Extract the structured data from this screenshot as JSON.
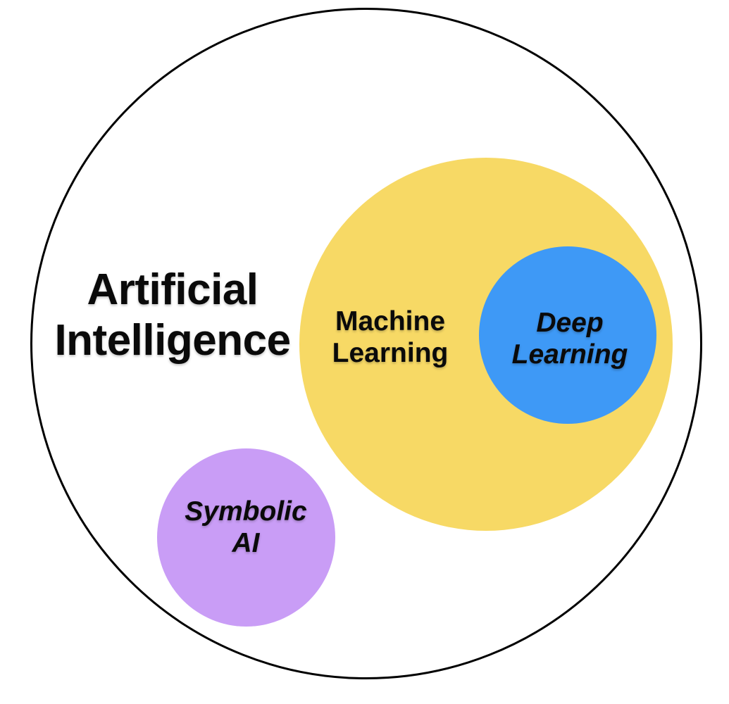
{
  "diagram": {
    "type": "euler-venn",
    "background_color": "#ffffff",
    "text_color": "#0a0a0a",
    "outline_color": "#000000",
    "sets": [
      {
        "id": "artificial-intelligence",
        "label": "Artificial Intelligence",
        "line1": "Artificial",
        "line2": "Intelligence",
        "fill": "#ffffff",
        "stroke": "#000000",
        "text_style": "bold",
        "contains": [
          "machine-learning",
          "symbolic-ai"
        ]
      },
      {
        "id": "machine-learning",
        "label": "Machine Learning",
        "line1": "Machine",
        "line2": "Learning",
        "fill": "#f7d965",
        "text_style": "bold",
        "contains": [
          "deep-learning"
        ]
      },
      {
        "id": "deep-learning",
        "label": "Deep Learning",
        "line1": "Deep",
        "line2": "Learning",
        "fill": "#3e99f6",
        "text_style": "bold-italic",
        "contains": []
      },
      {
        "id": "symbolic-ai",
        "label": "Symbolic AI",
        "line1": "Symbolic",
        "line2": "AI",
        "fill": "#c99df6",
        "text_style": "bold-italic",
        "contains": []
      }
    ]
  }
}
